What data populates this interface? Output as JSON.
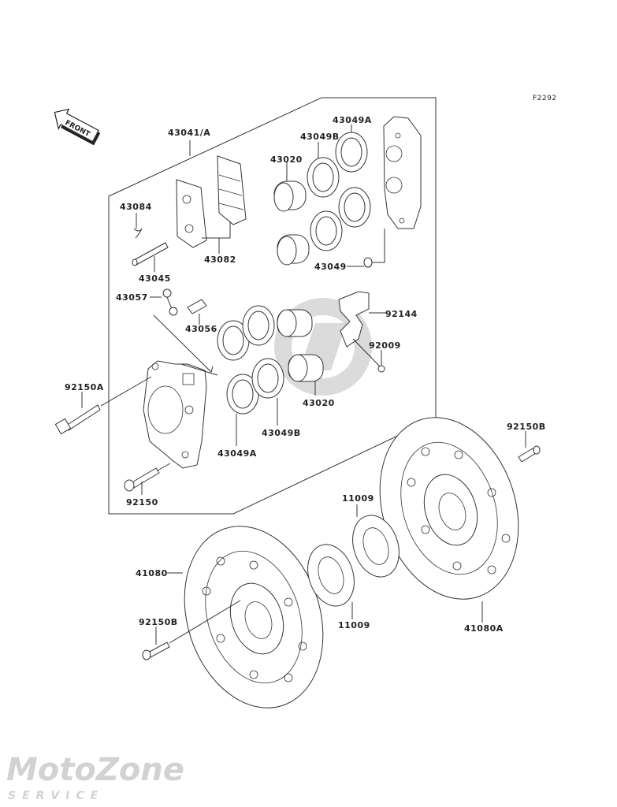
{
  "diagram": {
    "title": "Front Brake Assembly",
    "figure_code": "F2292",
    "front_indicator": "FRONT",
    "watermark": {
      "main": "MotoZone",
      "sub": "SERVICE"
    },
    "callouts": [
      {
        "id": "c-43041a",
        "label": "43041/A",
        "part": "caliper-assembly"
      },
      {
        "id": "c-43084",
        "label": "43084",
        "part": "pad-pin-clip"
      },
      {
        "id": "c-43082",
        "label": "43082",
        "part": "brake-pad-set"
      },
      {
        "id": "c-43045",
        "label": "43045",
        "part": "pad-pin"
      },
      {
        "id": "c-43020-top",
        "label": "43020",
        "part": "caliper-piston"
      },
      {
        "id": "c-43049b-top",
        "label": "43049B",
        "part": "dust-seal"
      },
      {
        "id": "c-43049a-top",
        "label": "43049A",
        "part": "piston-seal"
      },
      {
        "id": "c-43049",
        "label": "43049",
        "part": "o-ring"
      },
      {
        "id": "c-43057",
        "label": "43057",
        "part": "bleeder-cap"
      },
      {
        "id": "c-43056",
        "label": "43056",
        "part": "bleeder-valve"
      },
      {
        "id": "c-92144",
        "label": "92144",
        "part": "pad-spring"
      },
      {
        "id": "c-92009",
        "label": "92009",
        "part": "screw"
      },
      {
        "id": "c-92150a",
        "label": "92150A",
        "part": "caliper-bolt-long"
      },
      {
        "id": "c-43020-bot",
        "label": "43020",
        "part": "caliper-piston"
      },
      {
        "id": "c-43049b-bot",
        "label": "43049B",
        "part": "dust-seal"
      },
      {
        "id": "c-43049a-bot",
        "label": "43049A",
        "part": "piston-seal"
      },
      {
        "id": "c-92150",
        "label": "92150",
        "part": "caliper-bolt"
      },
      {
        "id": "c-92150b-right",
        "label": "92150B",
        "part": "disc-bolt"
      },
      {
        "id": "c-11009-top",
        "label": "11009",
        "part": "disc-shim"
      },
      {
        "id": "c-41080",
        "label": "41080",
        "part": "brake-disc-left"
      },
      {
        "id": "c-92150b-left",
        "label": "92150B",
        "part": "disc-bolt"
      },
      {
        "id": "c-11009-bot",
        "label": "11009",
        "part": "disc-shim"
      },
      {
        "id": "c-41080a",
        "label": "41080A",
        "part": "brake-disc-right"
      }
    ]
  }
}
